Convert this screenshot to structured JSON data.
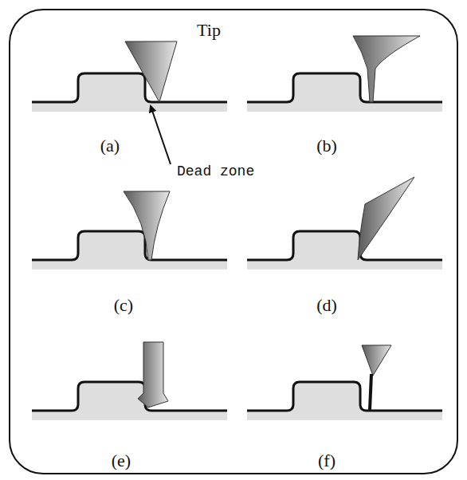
{
  "diagram": {
    "labels": [
      "Tip",
      "Dead zone",
      "(a)",
      "(b)",
      "(c)",
      "(d)",
      "(e)",
      "(f)"
    ]
  }
}
